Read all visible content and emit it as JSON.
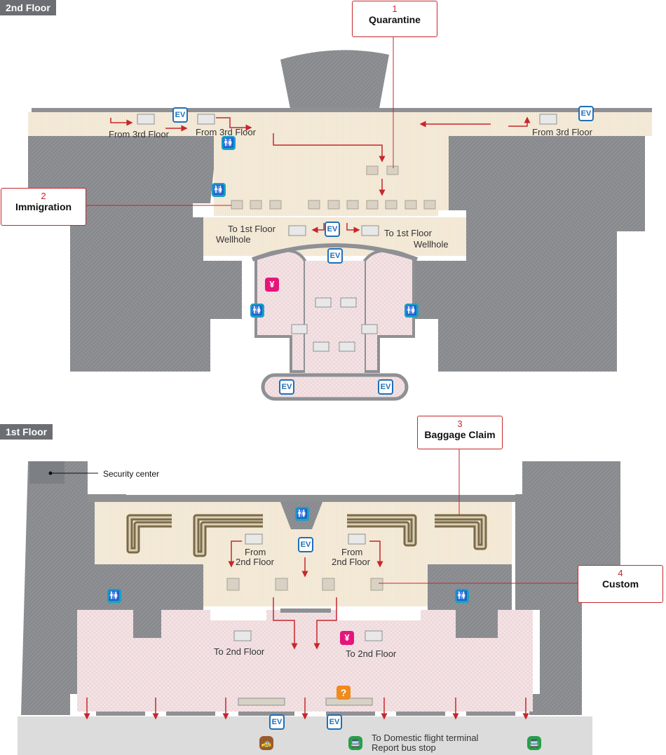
{
  "floors": {
    "upper": {
      "tag": "2nd Floor",
      "callouts": [
        {
          "number": "1",
          "title": "Quarantine"
        },
        {
          "number": "2",
          "title": "Immigration"
        }
      ],
      "labels": {
        "from3_a": "From 3rd Floor",
        "from3_b": "From 3rd Floor",
        "from3_c": "From 3rd Floor",
        "to1_left_a": "To 1st Floor",
        "to1_left_b": "Wellhole",
        "to1_right_a": "To 1st Floor",
        "to1_right_b": "Wellhole"
      }
    },
    "lower": {
      "tag": "1st Floor",
      "callouts": [
        {
          "number": "3",
          "title": "Baggage Claim"
        },
        {
          "number": "4",
          "title": "Custom"
        }
      ],
      "labels": {
        "security": "Security center",
        "from2_left_a": "From",
        "from2_left_b": "2nd Floor",
        "from2_right_a": "From",
        "from2_right_b": "2nd Floor",
        "to2_left": "To 2nd Floor",
        "to2_right": "To 2nd Floor",
        "domestic_a": "To Domestic flight terminal",
        "domestic_b": "Report bus stop"
      }
    }
  },
  "icons": {
    "elevator": "EV",
    "restroom": "restroom-icon",
    "currency": "¥",
    "information": "?",
    "taxi": "taxi-icon",
    "bus": "bus-icon"
  },
  "colors": {
    "building": "#8e9094",
    "concourse": "#f4ead8",
    "arrival_hall": "#f5e4e6",
    "route": "#c7262c",
    "tag_bg": "#6b6e72"
  }
}
